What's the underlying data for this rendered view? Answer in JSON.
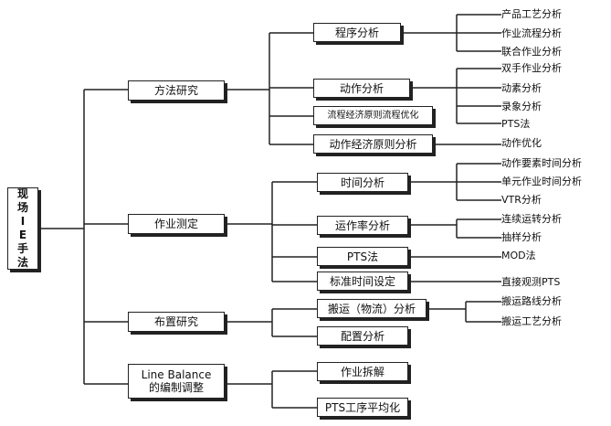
{
  "root": {
    "lines": [
      "现",
      "场",
      "I",
      "E",
      "手",
      "法"
    ]
  },
  "level1": [
    {
      "label": "方法研究"
    },
    {
      "label": "作业测定"
    },
    {
      "label": "布置研究"
    },
    {
      "label_lines": [
        "Line Balance",
        "的编制调整"
      ]
    }
  ],
  "level2": [
    {
      "label": "程序分析"
    },
    {
      "label": "动作分析"
    },
    {
      "label": "流程经济原则流程优化"
    },
    {
      "label": "动作经济原则分析"
    },
    {
      "label": "时间分析"
    },
    {
      "label": "运作率分析"
    },
    {
      "label": "PTS法"
    },
    {
      "label": "标准时间设定"
    },
    {
      "label": "搬运（物流）分析"
    },
    {
      "label": "配置分析"
    },
    {
      "label": "作业拆解"
    },
    {
      "label": "PTS工序平均化"
    }
  ],
  "leaves": [
    "产品工艺分析",
    "作业流程分析",
    "联合作业分析",
    "双手作业分析",
    "动素分析",
    "录象分析",
    "PTS法",
    "动作优化",
    "动作要素时间分析",
    "单元作业时间分析",
    "VTR分析",
    "连续运转分析",
    "抽样分析",
    "MOD法",
    "直接观测PTS",
    "搬运路线分析",
    "搬运工艺分析"
  ]
}
